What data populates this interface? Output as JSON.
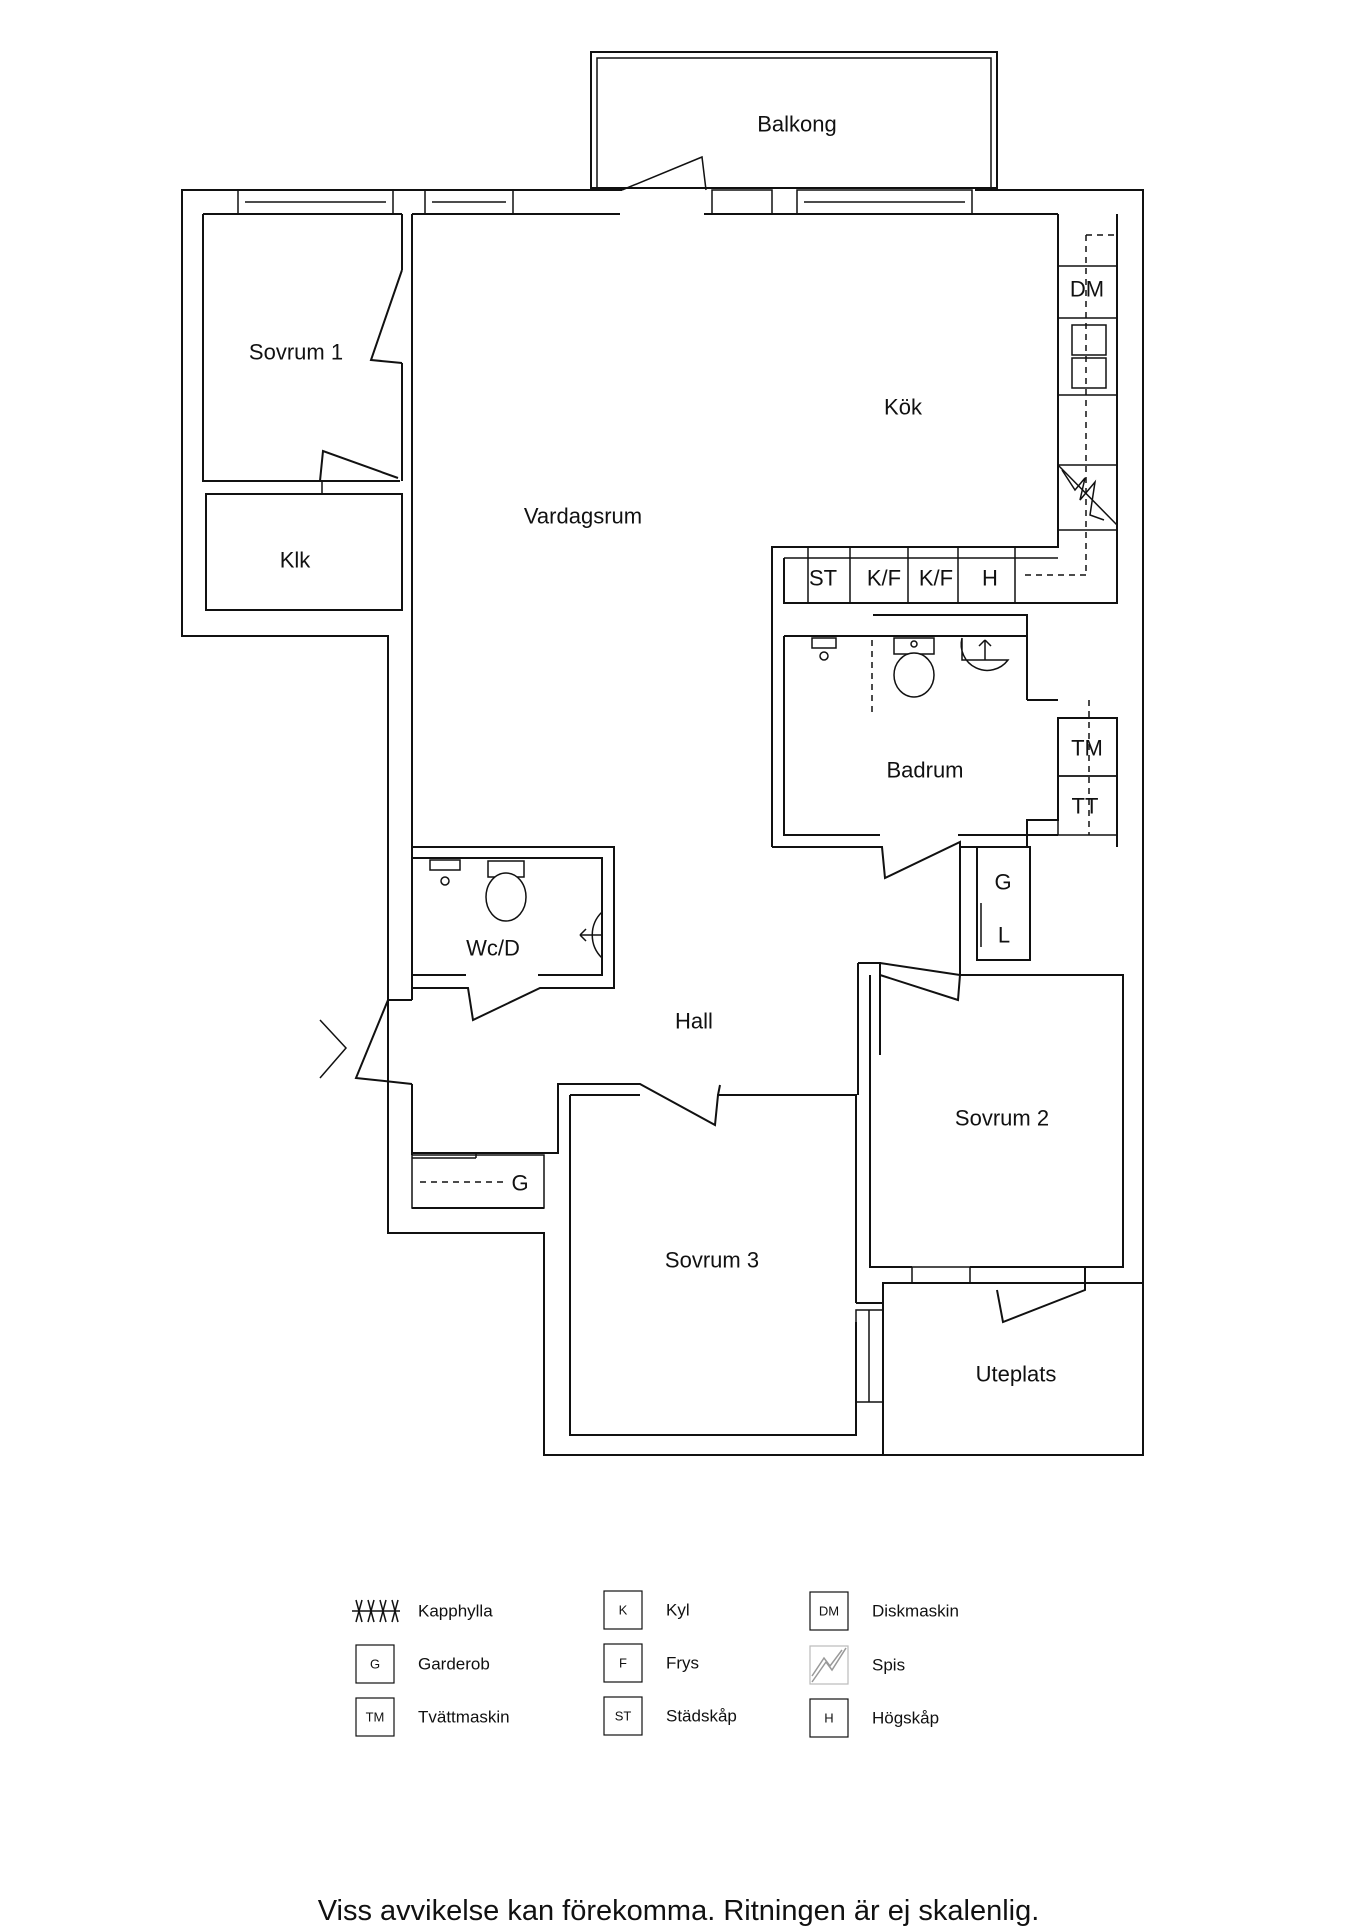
{
  "rooms": {
    "balkong": "Balkong",
    "sovrum1": "Sovrum 1",
    "klk": "Klk",
    "kok": "Kök",
    "vardagsrum": "Vardagsrum",
    "badrum": "Badrum",
    "wc": "Wc/D",
    "hall": "Hall",
    "sovrum2": "Sovrum 2",
    "sovrum3": "Sovrum 3",
    "uteplats": "Uteplats"
  },
  "fixtures": {
    "dm": "DM",
    "st": "ST",
    "kf1": "K/F",
    "kf2": "K/F",
    "h": "H",
    "tm": "TM",
    "tt": "TT",
    "g_hall": "G",
    "l_hall": "L",
    "g_entry": "G"
  },
  "legend": [
    {
      "code": "",
      "icon": "kapphylla-icon",
      "label": "Kapphylla"
    },
    {
      "code": "G",
      "label": "Garderob"
    },
    {
      "code": "TM",
      "label": "Tvättmaskin"
    },
    {
      "code": "K",
      "label": "Kyl"
    },
    {
      "code": "F",
      "label": "Frys"
    },
    {
      "code": "ST",
      "label": "Städskåp"
    },
    {
      "code": "DM",
      "label": "Diskmaskin"
    },
    {
      "code": "",
      "icon": "spis-icon",
      "label": "Spis"
    },
    {
      "code": "H",
      "label": "Högskåp"
    }
  ],
  "disclaimer": "Viss avvikelse kan förekomma. Ritningen är ej skalenlig."
}
